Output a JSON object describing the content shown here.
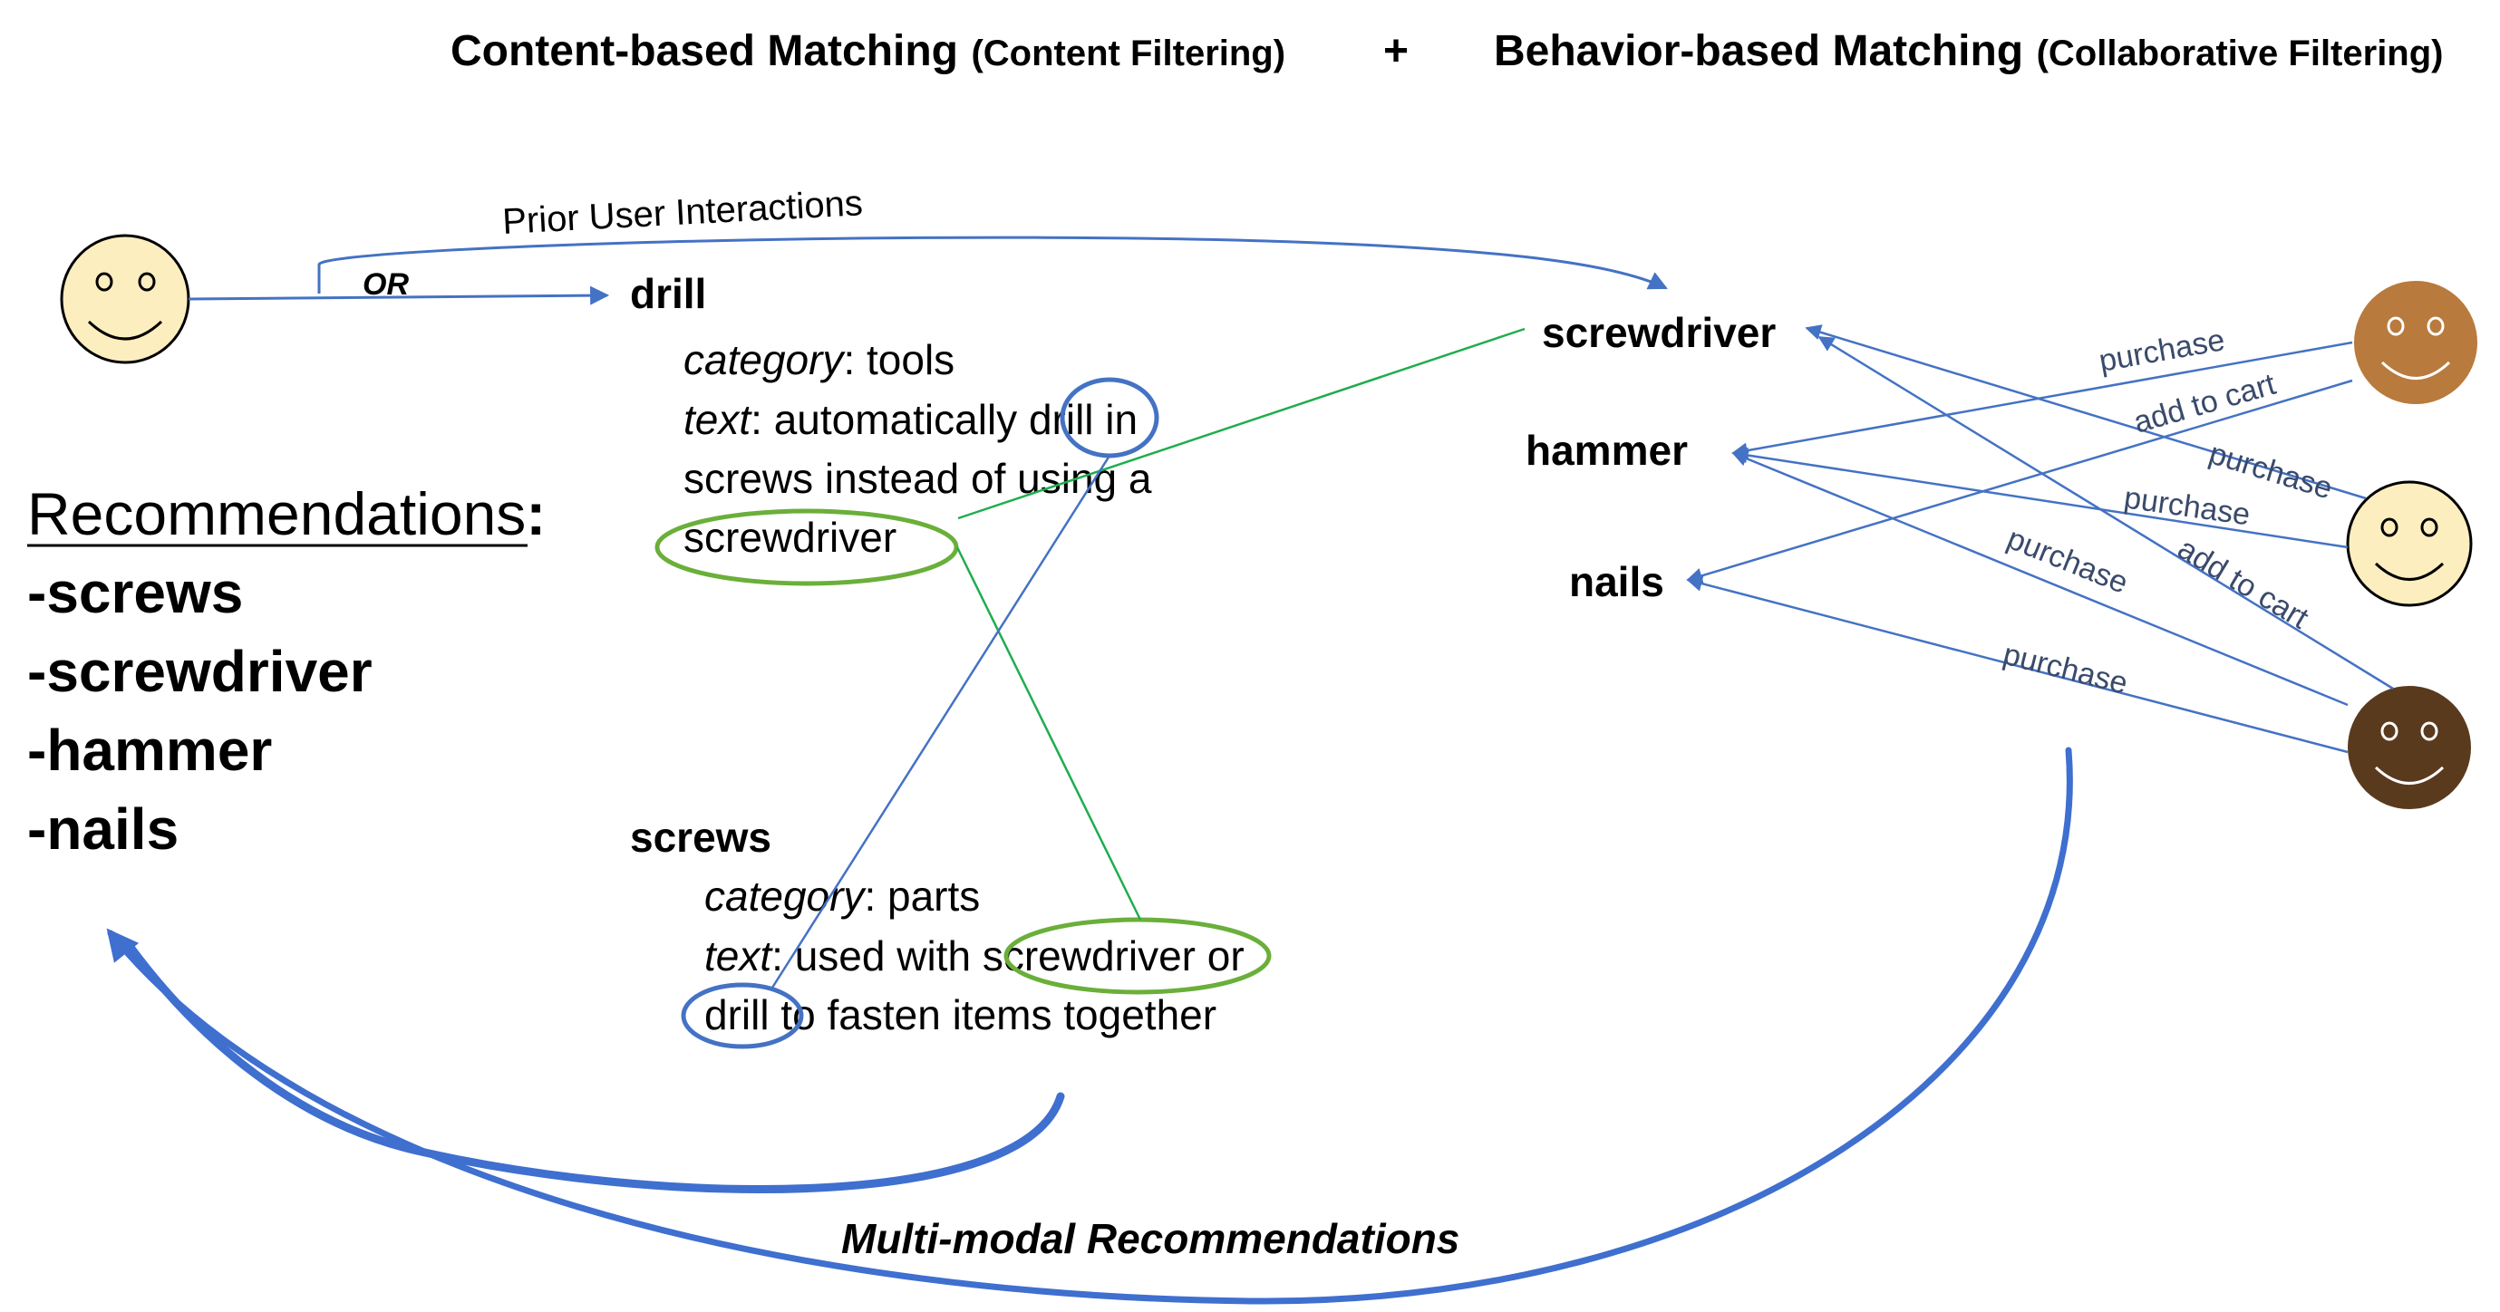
{
  "header": {
    "content_main": "Content-based Matching",
    "content_sub": "(Content Filtering)",
    "plus": "+",
    "behavior_main": "Behavior-based Matching",
    "behavior_sub": "(Collaborative Filtering)"
  },
  "user_links": {
    "prior_interactions": "Prior User Interactions",
    "or": "OR"
  },
  "drill": {
    "name": "drill",
    "category_label": "category",
    "category_value": ": tools",
    "text_label": "text",
    "text_line1": ": automatically drill in",
    "text_line2": "screws instead of using a",
    "text_line3": "screwdriver"
  },
  "screws": {
    "name": "screws",
    "category_label": "category",
    "category_value": ": parts",
    "text_label": "text",
    "text_line1": ": used with screwdriver or",
    "text_line2": "drill to fasten items together"
  },
  "products": [
    "screwdriver",
    "hammer",
    "nails"
  ],
  "edges": {
    "e1": "purchase",
    "e2": "add to cart",
    "e3": "purchase",
    "e4": "purchase",
    "e5": "purchase",
    "e6": "add to cart",
    "e7": "purchase"
  },
  "recommendations": {
    "title": "Recommendations",
    "colon": ":",
    "items": [
      "-screws",
      "-screwdriver",
      "-hammer",
      "-nails"
    ]
  },
  "arc_label": "Multi-modal Recommendations",
  "colors": {
    "blue": "#4472c4",
    "green": "#1fad4f",
    "green_ellipse": "#6aaf3a",
    "face_light": "#fdeebf",
    "face_tan": "#b87a3d",
    "face_dark": "#5a3a1d"
  },
  "icons": [
    "user-face-icon",
    "user-face-tan-icon",
    "user-face-light-icon",
    "user-face-dark-icon"
  ]
}
